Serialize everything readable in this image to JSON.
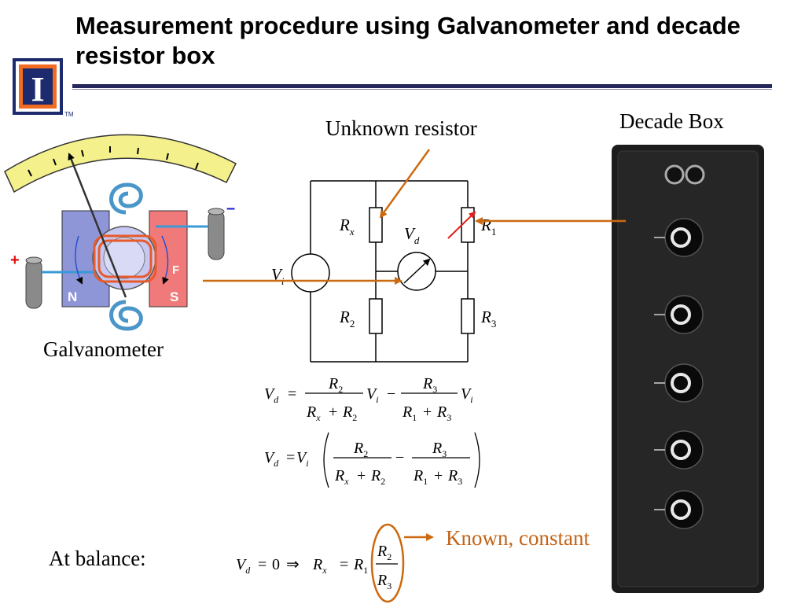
{
  "slide": {
    "title": "Measurement procedure using Galvanometer and decade resistor box",
    "logo_letter": "I",
    "logo_tm": "TM"
  },
  "labels": {
    "unknown_resistor": "Unknown resistor",
    "decade_box": "Decade Box",
    "galvanometer": "Galvanometer",
    "known_constant": "Known, constant",
    "at_balance": "At balance:"
  },
  "galvanometer": {
    "north": "N",
    "south": "S",
    "force": "F",
    "plus": "+",
    "minus": "–"
  },
  "circuit": {
    "R": "R",
    "V": "V",
    "sub_x": "x",
    "sub_1": "1",
    "sub_2": "2",
    "sub_3": "3",
    "sub_d": "d",
    "sub_i": "i"
  },
  "equations": {
    "eq": "=",
    "minus": "−",
    "plus": "+",
    "zero": "0",
    "implies": "⇒"
  },
  "colors": {
    "title_rule": "#27295e",
    "arrow": "#cc6a10",
    "known_text": "#c26418",
    "galvo_scale": "#f4f08c",
    "north_pole": "#8e96d8",
    "south_pole": "#f07a7a",
    "panel": "#1c1c1c"
  }
}
